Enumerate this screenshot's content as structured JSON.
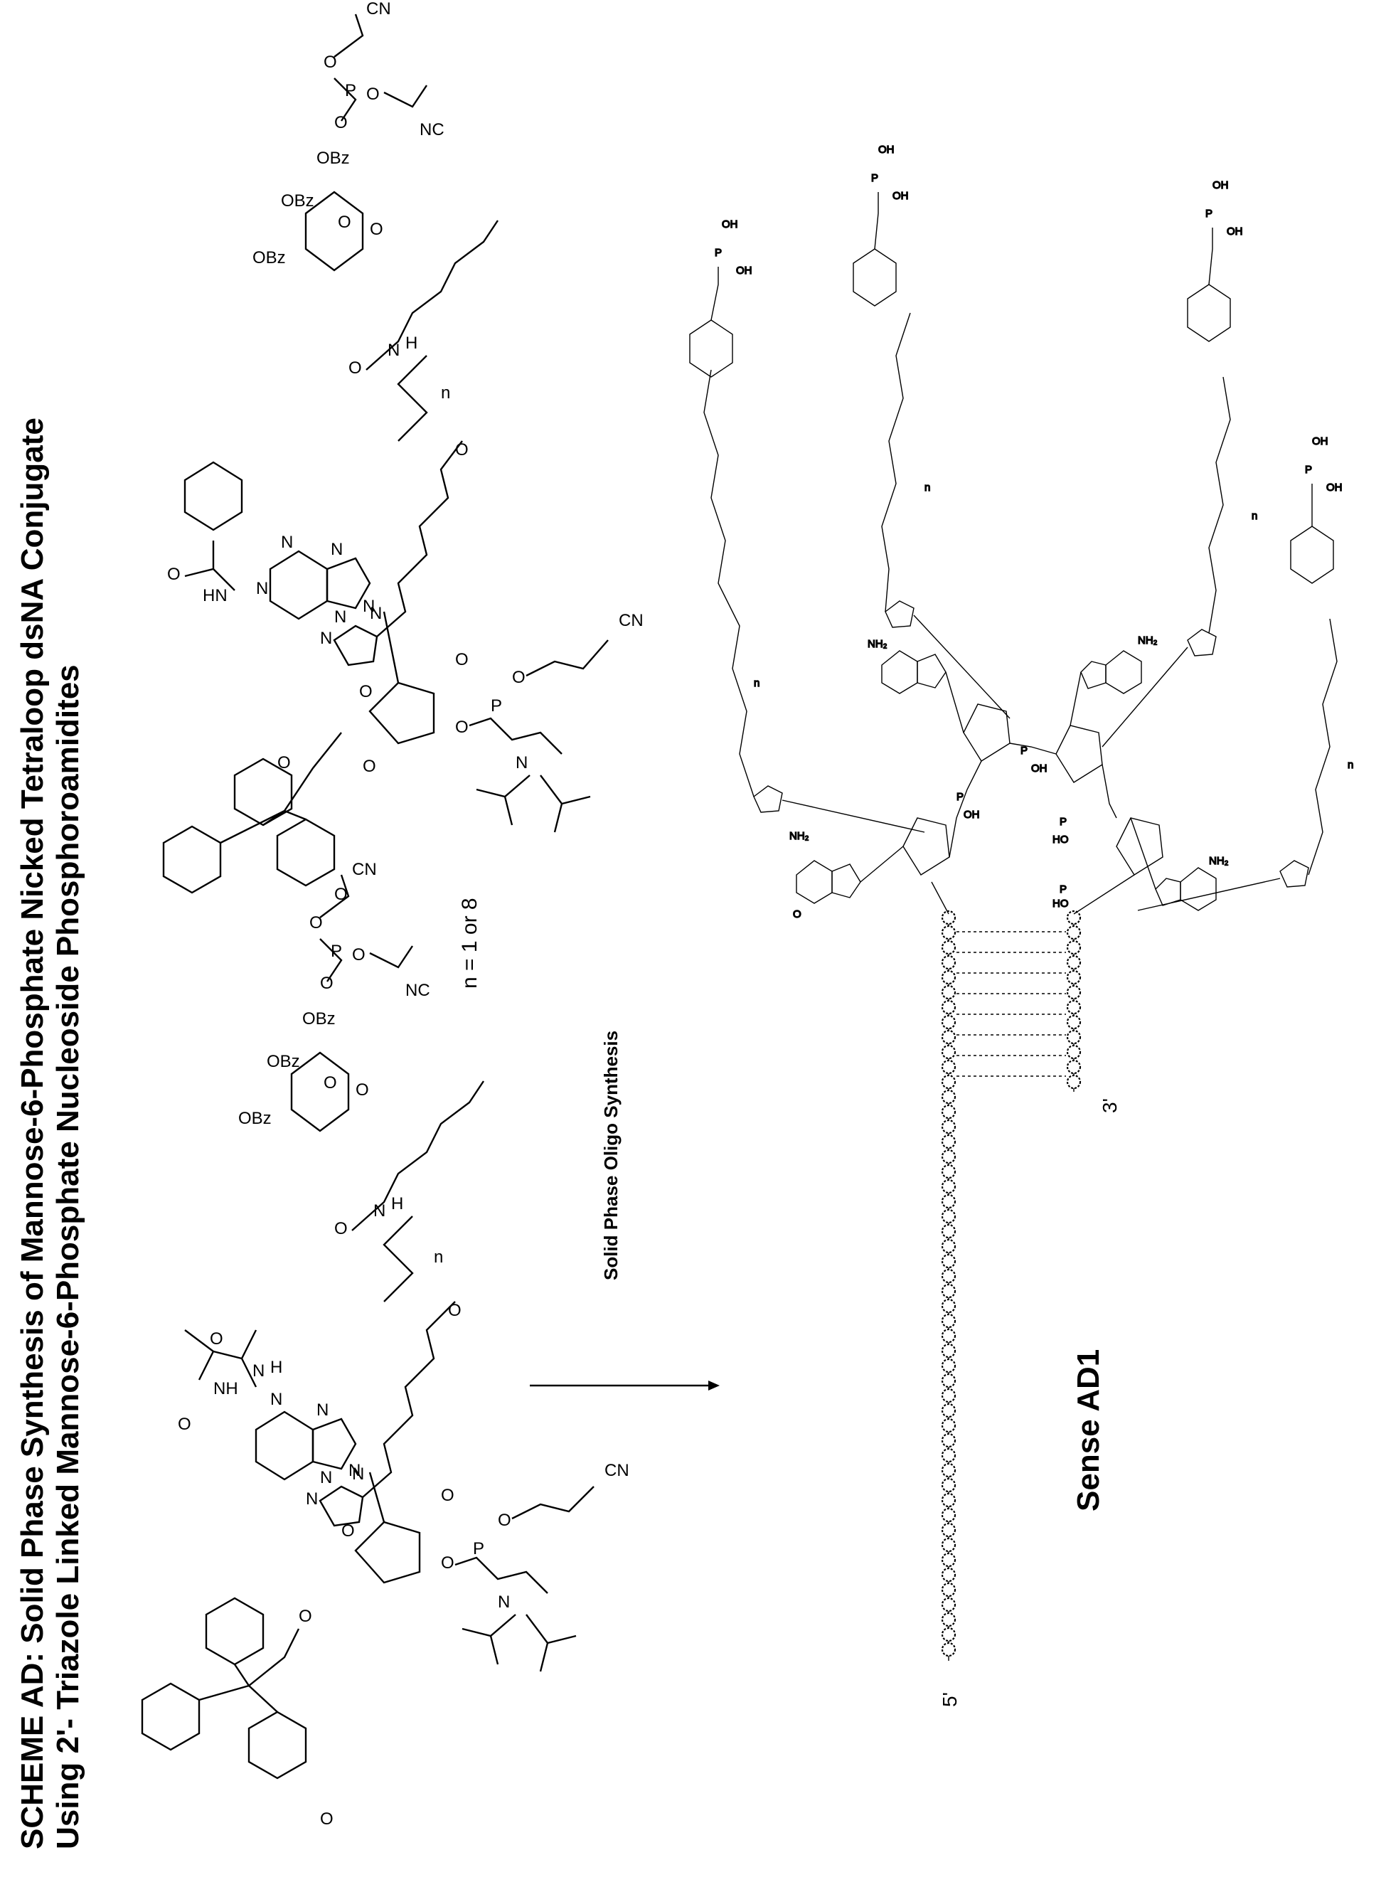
{
  "title": {
    "line1": "SCHEME AD: Solid Phase Synthesis of Mannose-6-Phosphate Nicked Tetraloop dsNA Conjugate",
    "line2": "Using 2'- Triazole Linked Mannose-6-Phosphate Nucleoside Phosphoroamidites"
  },
  "n_values": "n = 1 or 8",
  "reaction_label": "Solid Phase Oligo Synthesis",
  "product_label": "Sense AD1",
  "strand_ends": {
    "five_prime": "5'",
    "three_prime": "3'"
  },
  "atoms": {
    "O": "O",
    "N": "N",
    "NH": "NH",
    "HN": "HN",
    "H": "H",
    "P": "P",
    "CN": "CN",
    "NC": "NC",
    "OBz": "OBz",
    "n": "n",
    "OH": "OH",
    "HO": "HO",
    "NH2": "NH₂"
  },
  "colors": {
    "ink": "#000000",
    "background": "#ffffff"
  }
}
